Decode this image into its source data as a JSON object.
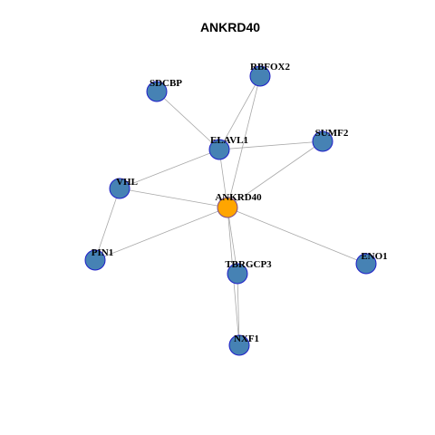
{
  "title": "ANKRD40",
  "colors": {
    "center_fill": "#FFA500",
    "node_fill": "#4682B4",
    "node_stroke": "#1E1EC8",
    "center_stroke": "#7A4A8A",
    "edge": "#A8A8A8"
  },
  "nodes": [
    {
      "id": "ANKRD40",
      "center": true
    },
    {
      "id": "RBFOX2"
    },
    {
      "id": "SDCBP"
    },
    {
      "id": "ELAVL1"
    },
    {
      "id": "SUMF2"
    },
    {
      "id": "VHL"
    },
    {
      "id": "PIN1"
    },
    {
      "id": "TBRGCP3"
    },
    {
      "id": "ENO1"
    },
    {
      "id": "NXF1"
    }
  ],
  "edges": [
    [
      "ANKRD40",
      "RBFOX2"
    ],
    [
      "ANKRD40",
      "ELAVL1"
    ],
    [
      "ANKRD40",
      "SUMF2"
    ],
    [
      "ANKRD40",
      "VHL"
    ],
    [
      "ANKRD40",
      "PIN1"
    ],
    [
      "ANKRD40",
      "TBRGCP3"
    ],
    [
      "ANKRD40",
      "ENO1"
    ],
    [
      "ANKRD40",
      "NXF1"
    ],
    [
      "SDCBP",
      "ELAVL1"
    ],
    [
      "RBFOX2",
      "ELAVL1"
    ],
    [
      "ELAVL1",
      "SUMF2"
    ],
    [
      "ELAVL1",
      "VHL"
    ],
    [
      "VHL",
      "PIN1"
    ],
    [
      "TBRGCP3",
      "NXF1"
    ]
  ]
}
